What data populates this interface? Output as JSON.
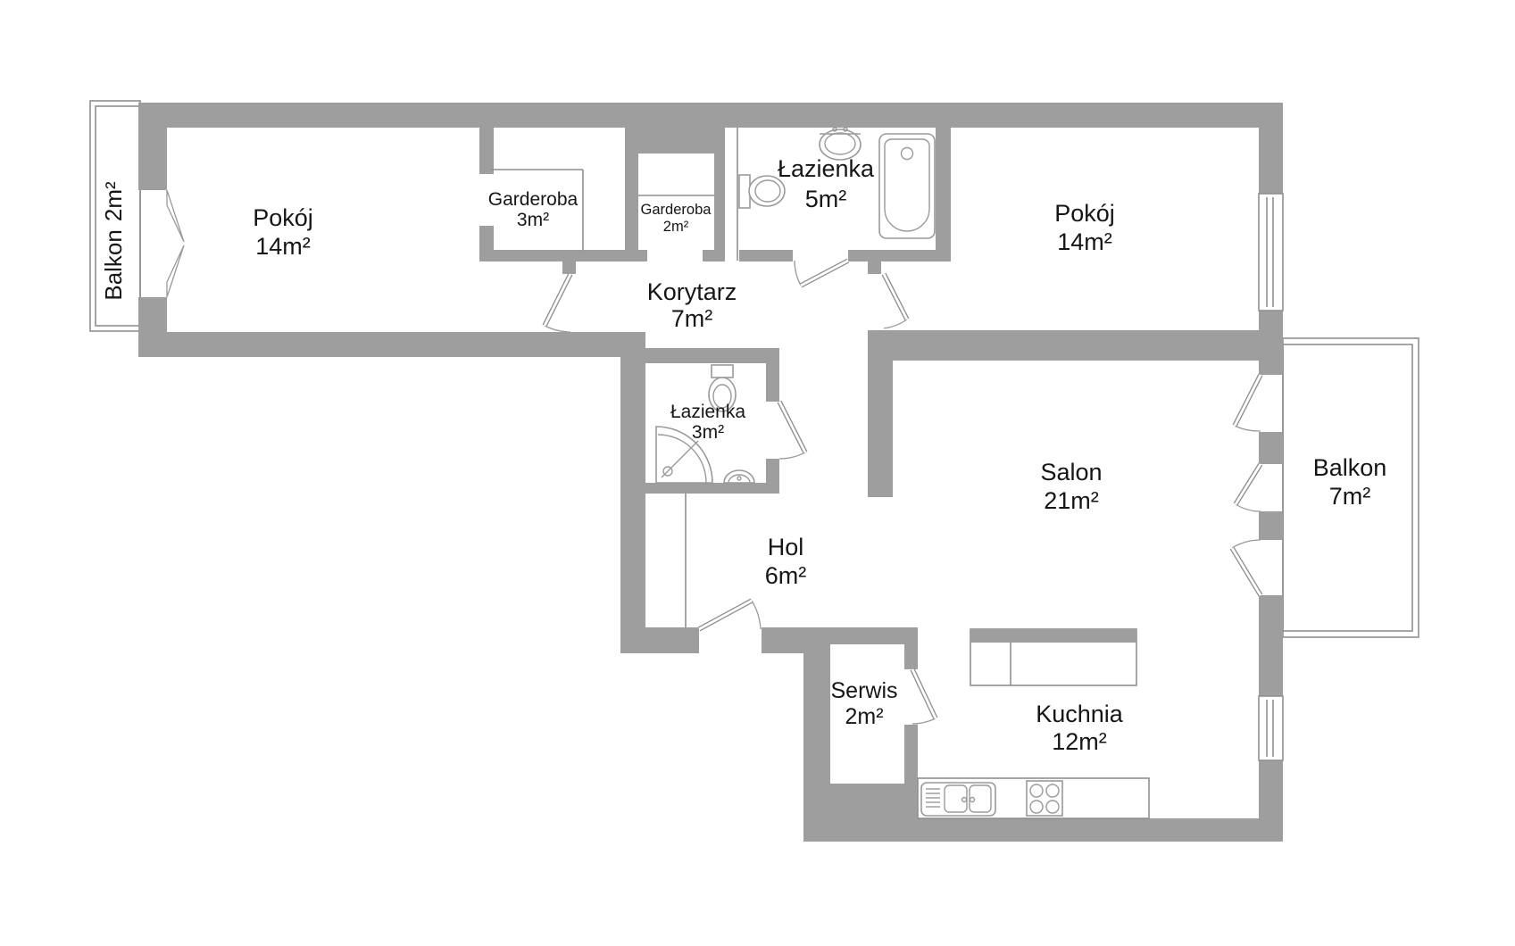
{
  "plan": {
    "type": "apartment-floor-plan",
    "colors": {
      "wall": "#9e9e9e",
      "outline": "#8f8f8f",
      "background": "#ffffff",
      "text": "#161616"
    },
    "rooms": [
      {
        "id": "balkon-left",
        "name": "Balkon",
        "area": "2m²"
      },
      {
        "id": "pokoj-left",
        "name": "Pokój",
        "area": "14m²"
      },
      {
        "id": "garderoba-3",
        "name": "Garderoba",
        "area": "3m²"
      },
      {
        "id": "garderoba-2",
        "name": "Garderoba",
        "area": "2m²"
      },
      {
        "id": "lazienka-5",
        "name": "Łazienka",
        "area": "5m²"
      },
      {
        "id": "pokoj-right",
        "name": "Pokój",
        "area": "14m²"
      },
      {
        "id": "korytarz",
        "name": "Korytarz",
        "area": "7m²"
      },
      {
        "id": "lazienka-3",
        "name": "Łazienka",
        "area": "3m²"
      },
      {
        "id": "salon",
        "name": "Salon",
        "area": "21m²"
      },
      {
        "id": "balkon-right",
        "name": "Balkon",
        "area": "7m²"
      },
      {
        "id": "hol",
        "name": "Hol",
        "area": "6m²"
      },
      {
        "id": "serwis",
        "name": "Serwis",
        "area": "2m²"
      },
      {
        "id": "kuchnia",
        "name": "Kuchnia",
        "area": "12m²"
      }
    ],
    "fixtures": [
      "bathtub",
      "toilet",
      "wash-basin",
      "shower-tray",
      "kitchen-sink",
      "cooktop",
      "kitchen-island",
      "wardrobe",
      "window",
      "door-swing",
      "entrance-door",
      "balcony-door"
    ]
  }
}
